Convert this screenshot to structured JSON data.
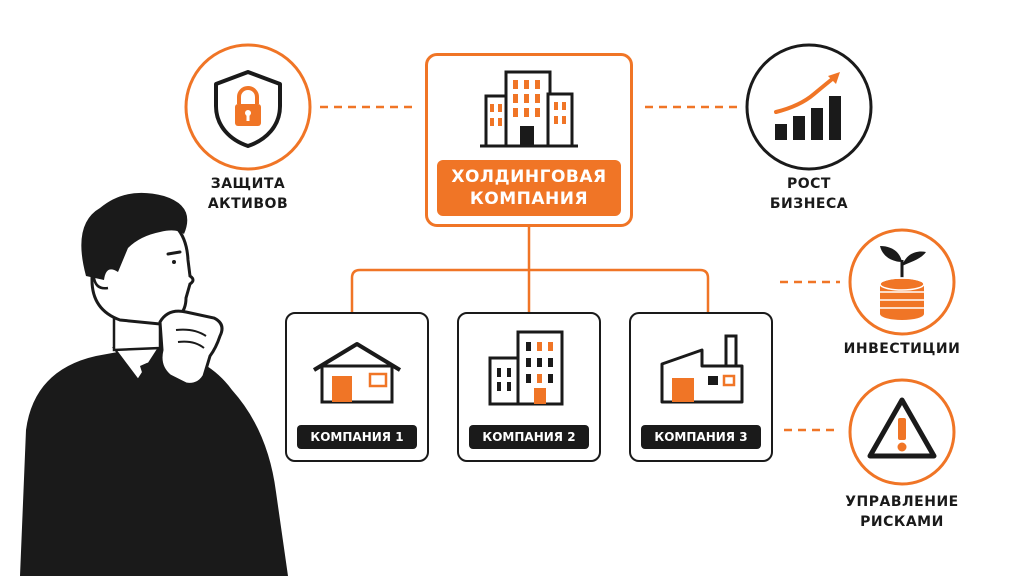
{
  "holding": {
    "label": "ХОЛДИНГОВАЯ\nКОМПАНИЯ",
    "icon": "office-building-icon"
  },
  "companies": [
    {
      "label": "КОМПАНИЯ 1",
      "icon": "house-icon"
    },
    {
      "label": "КОМПАНИЯ 2",
      "icon": "building-icon"
    },
    {
      "label": "КОМПАНИЯ 3",
      "icon": "factory-icon"
    }
  ],
  "benefits": [
    {
      "label": "ЗАЩИТА\nАКТИВОВ",
      "icon": "shield-lock-icon"
    },
    {
      "label": "РОСТ\nБИЗНЕСА",
      "icon": "growth-chart-icon"
    },
    {
      "label": "ИНВЕСТИЦИИ",
      "icon": "coins-sprout-icon"
    },
    {
      "label": "УПРАВЛЕНИЕ\nРИСКАМИ",
      "icon": "warning-icon"
    }
  ],
  "colors": {
    "accent": "#f07526",
    "dark": "#1a1a1a",
    "background": "#ffffff"
  }
}
